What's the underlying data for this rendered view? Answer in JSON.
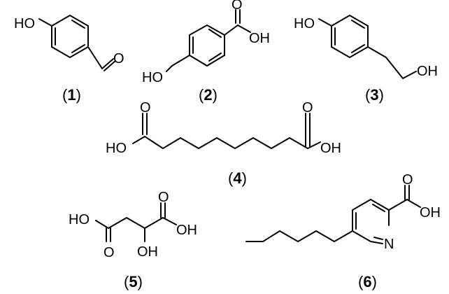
{
  "atoms": {
    "oh": "OH",
    "ho": "HO",
    "o": "O",
    "n": "N"
  },
  "compounds": [
    {
      "number": "1"
    },
    {
      "number": "2"
    },
    {
      "number": "3"
    },
    {
      "number": "4"
    },
    {
      "number": "5"
    },
    {
      "number": "6"
    }
  ]
}
